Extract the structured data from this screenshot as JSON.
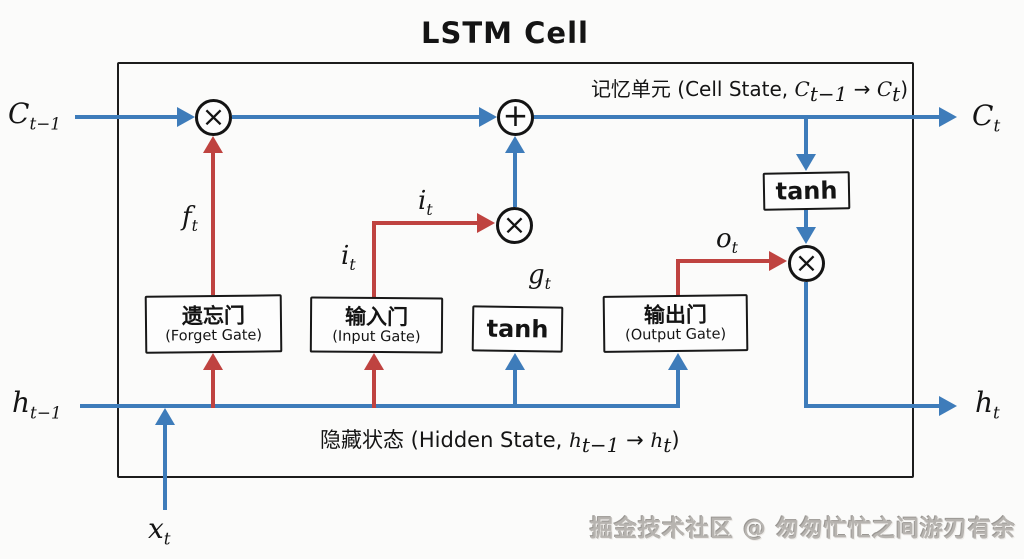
{
  "title": "LSTM Cell",
  "colors": {
    "line_blue": "#3e7cba",
    "line_red": "#bf4340",
    "stroke_black": "#1c1c1c",
    "watermark_gray": "#b7b4b0"
  },
  "operators": {
    "multiply": "×",
    "add": "+"
  },
  "gates": {
    "forget": {
      "cn": "遗忘门",
      "en": "(Forget Gate)"
    },
    "input": {
      "cn": "输入门",
      "en": "(Input Gate)"
    },
    "output": {
      "cn": "输出门",
      "en": "(Output Gate)"
    },
    "tanh_candidate": "tanh",
    "tanh_output": "tanh"
  },
  "signals": {
    "c_prev": {
      "base": "C",
      "sub": "t−1"
    },
    "c_next": {
      "base": "C",
      "sub": "t"
    },
    "h_prev": {
      "base": "h",
      "sub": "t−1"
    },
    "h_next": {
      "base": "h",
      "sub": "t"
    },
    "x_input": {
      "base": "x",
      "sub": "t"
    },
    "f": {
      "base": "f",
      "sub": "t"
    },
    "i": {
      "base": "i",
      "sub": "t"
    },
    "g": {
      "base": "g",
      "sub": "t"
    },
    "o": {
      "base": "o",
      "sub": "t"
    }
  },
  "annotations": {
    "cell_state": {
      "prefix": "记忆单元 (Cell State, ",
      "c1": "C",
      "c1_sub": "t−1",
      "arrow": " → ",
      "c2": "C",
      "c2_sub": "t",
      "suffix": ")"
    },
    "hidden_state": {
      "prefix": "隐藏状态 (Hidden State, ",
      "h1": "h",
      "h1_sub": "t−1",
      "arrow": " → ",
      "h2": "h",
      "h2_sub": "t",
      "suffix": ")"
    }
  },
  "watermark": "掘金技术社区 @ 匆匆忙忙之间游刃有余"
}
